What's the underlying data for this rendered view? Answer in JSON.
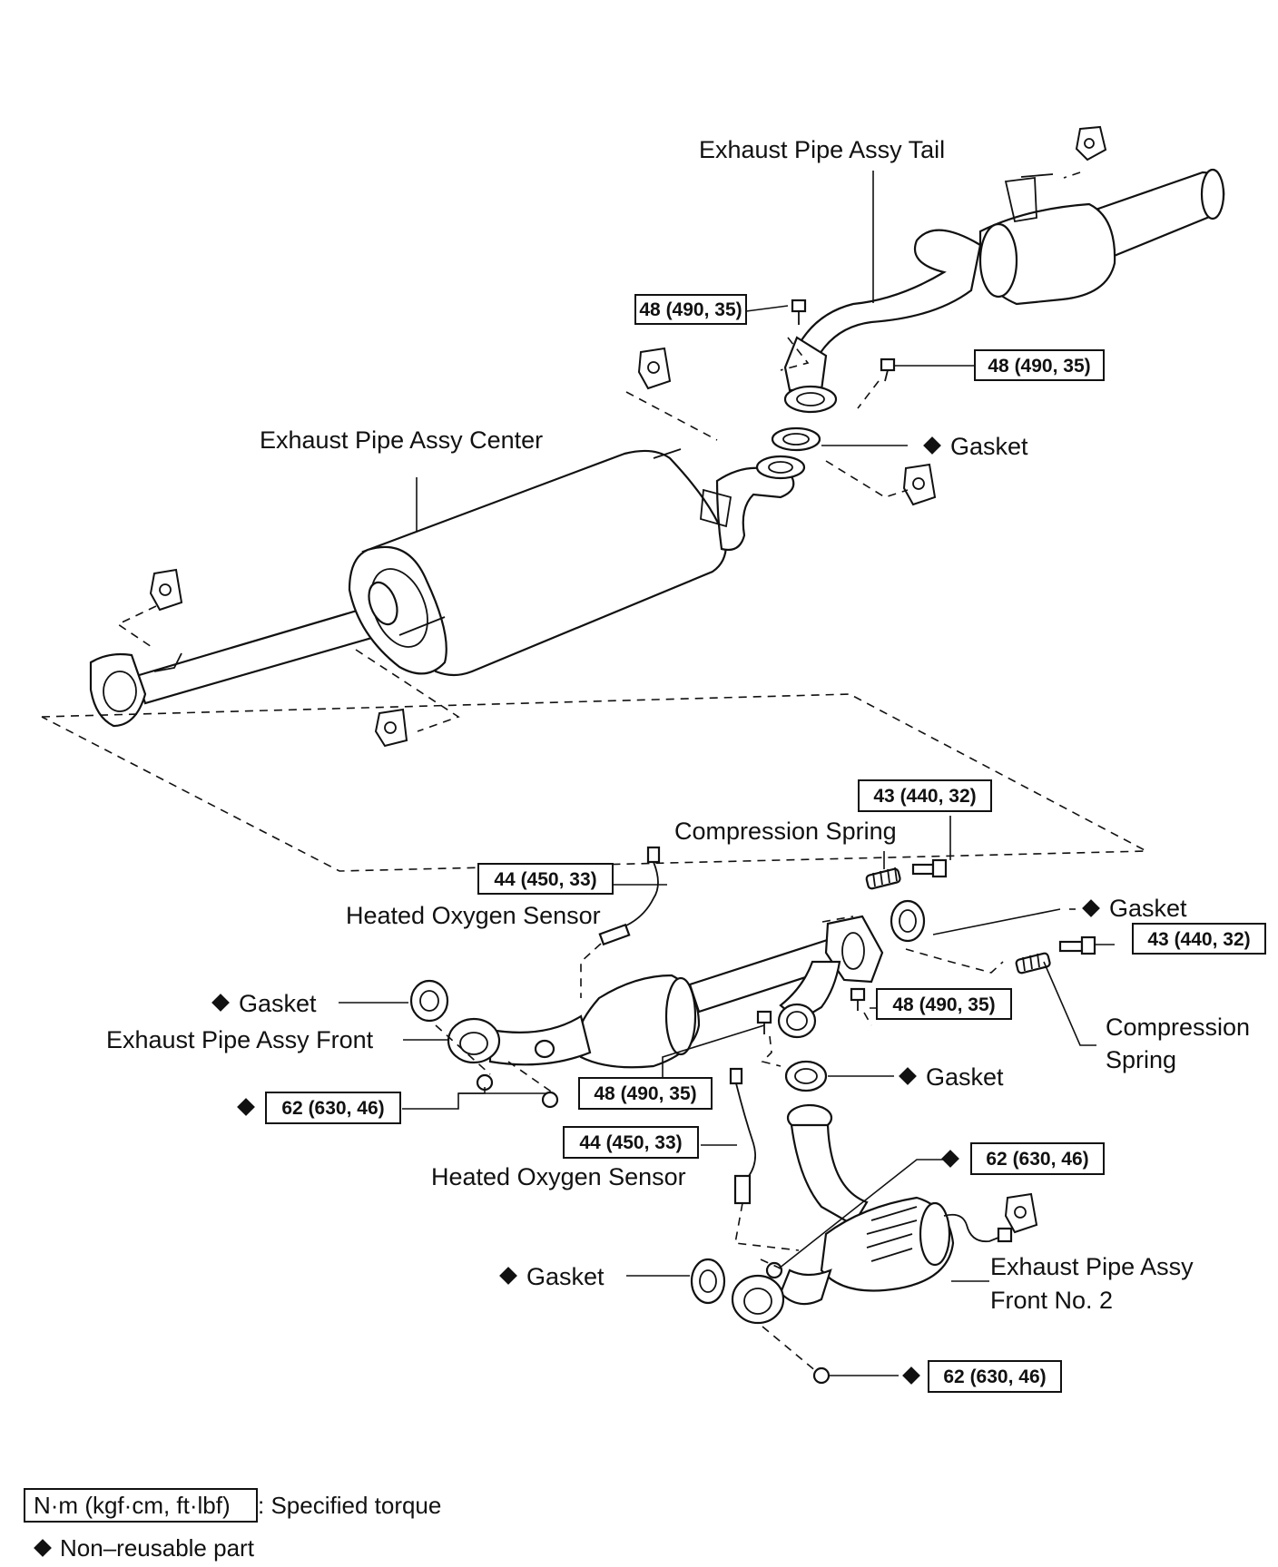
{
  "labels": {
    "tail_pipe": "Exhaust Pipe Assy Tail",
    "center_pipe": "Exhaust Pipe Assy Center",
    "gasket_tail": "Gasket",
    "compression_spring_upper": "Compression Spring",
    "heated_oxygen_sensor_upper": "Heated Oxygen Sensor",
    "gasket_front_flange": "Gasket",
    "gasket_left": "Gasket",
    "front_pipe": "Exhaust Pipe Assy Front",
    "compression_spring_lower_1": "Compression",
    "compression_spring_lower_2": "Spring",
    "gasket_mid": "Gasket",
    "heated_oxygen_sensor_lower": "Heated Oxygen Sensor",
    "gasket_bottom": "Gasket",
    "front_no2_pipe_1": "Exhaust Pipe Assy",
    "front_no2_pipe_2": "Front No. 2"
  },
  "torques": {
    "tail_bolt_left": "48 (490, 35)",
    "tail_bolt_right": "48 (490, 35)",
    "spring_bolt_upper": "43 (440, 32)",
    "sensor_upper": "44 (450, 33)",
    "spring_bolt_right": "43 (440, 32)",
    "flange_bolt_right": "48 (490, 35)",
    "front_nuts": "62 (630, 46)",
    "front_bolt_mid": "48 (490, 35)",
    "sensor_lower": "44 (450, 33)",
    "no2_nut_upper": "62 (630, 46)",
    "no2_nut_lower": "62 (630, 46)"
  },
  "legend": {
    "torque_unit": "N·m (kgf·cm, ft·lbf)",
    "torque_desc": ": Specified torque",
    "nonreusable_desc": "Non–reusable part"
  },
  "icons": {
    "nonreusable_marker": "black-diamond-icon"
  }
}
